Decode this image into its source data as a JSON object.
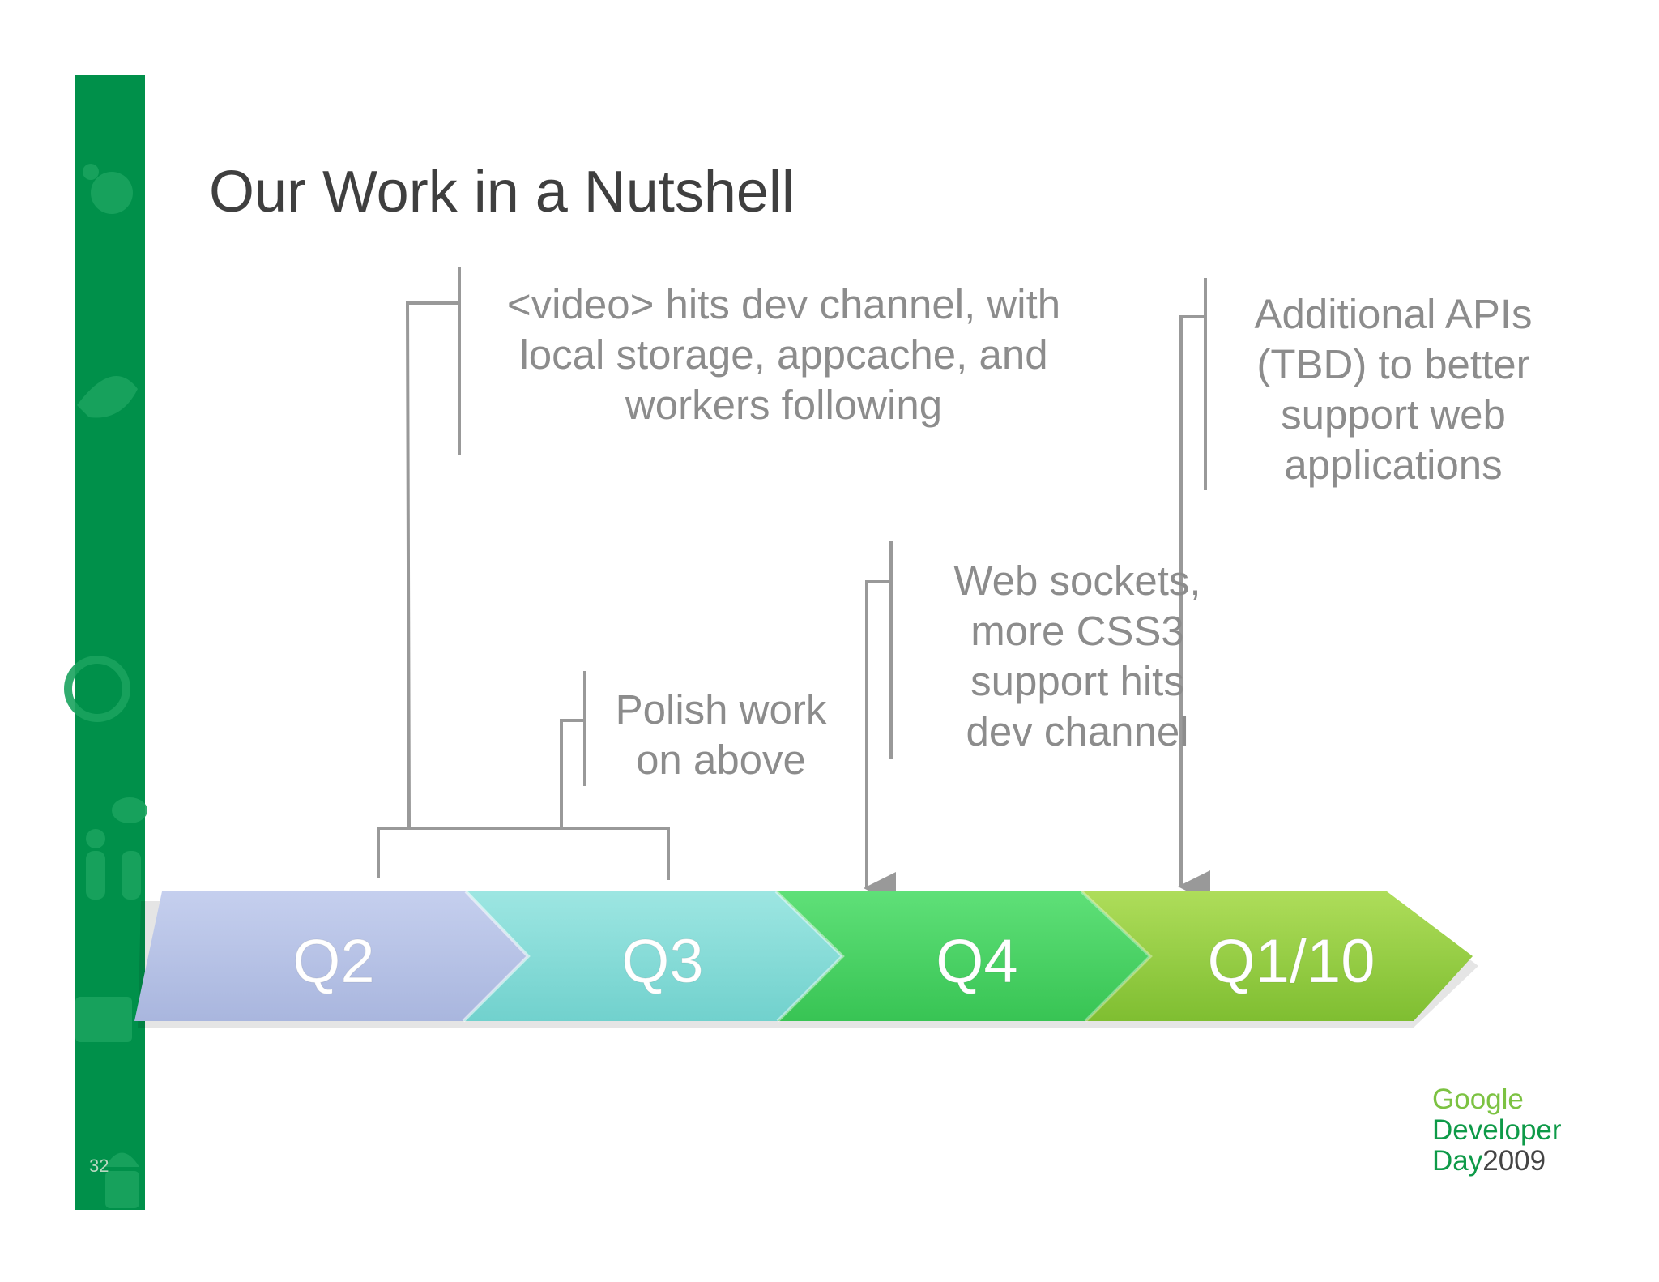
{
  "title": "Our Work in a Nutshell",
  "timeline": {
    "quarters": [
      {
        "label": "Q2",
        "color_light": "#bcc6e8",
        "color_dark": "#a7b5dc"
      },
      {
        "label": "Q3",
        "color_light": "#8fe0dc",
        "color_dark": "#6fd2cf"
      },
      {
        "label": "Q4",
        "color_light": "#57dd6e",
        "color_dark": "#3cc657"
      },
      {
        "label": "Q1/10",
        "color_light": "#a2d84a",
        "color_dark": "#7cbf2f"
      }
    ]
  },
  "notes": {
    "video": [
      "<video> hits dev channel, with",
      "local storage, appcache, and",
      "workers following"
    ],
    "polish": [
      "Polish work",
      "on above"
    ],
    "sockets": [
      "Web sockets,",
      "more CSS3",
      "support hits",
      "dev channel"
    ],
    "apis": [
      "Additional APIs",
      "(TBD) to better",
      "support web",
      "applications"
    ]
  },
  "logo": {
    "line1": "Google",
    "line2": "Developer",
    "line3a": "Day",
    "line3b": "2009"
  },
  "page_number": "32",
  "colors": {
    "sidebar": "#00904a",
    "connector": "#999999",
    "text": "#8c8c8c",
    "title": "#3f3f3f"
  }
}
